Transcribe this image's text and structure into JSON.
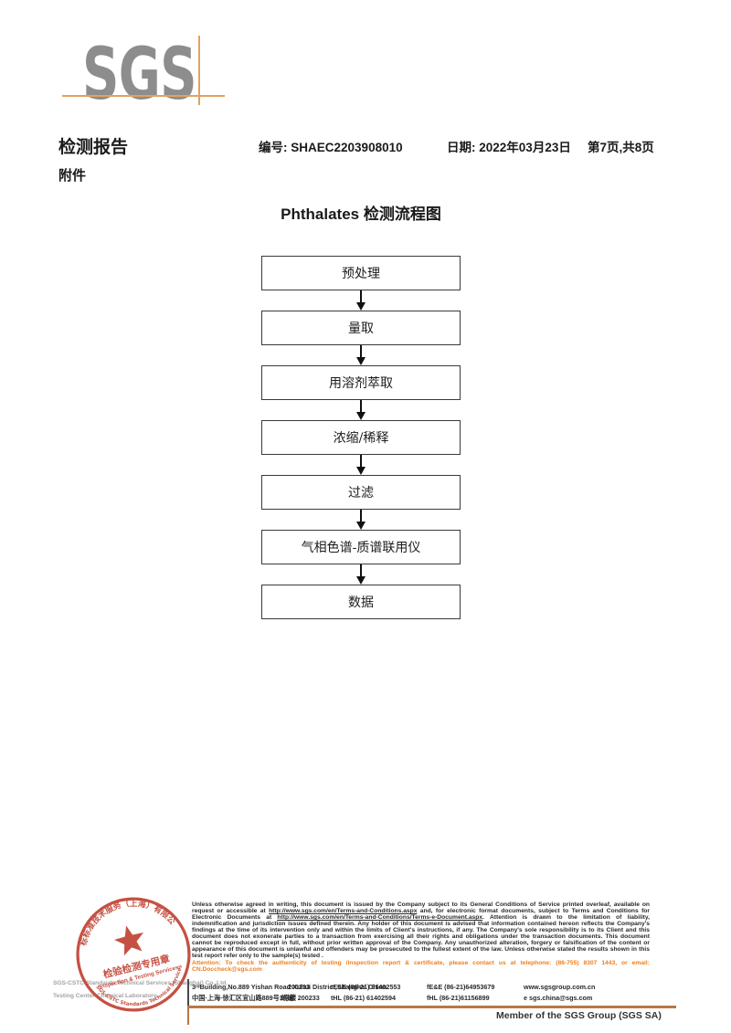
{
  "colors": {
    "logo_gray": "#8d8d8d",
    "accent_orange": "#e2a162",
    "stamp_red": "#c14435",
    "attention_orange": "#ee7f1b",
    "footer_line_tan": "#b97843"
  },
  "logo": {
    "text": "SGS"
  },
  "header": {
    "report_title": "检测报告",
    "no_label": "编号:",
    "no_value": "SHAEC2203908010",
    "date_label": "日期:",
    "date_value": "2022年03月23日",
    "page_info": "第7页,共8页",
    "attachment_label": "附件"
  },
  "flowchart": {
    "title": "Phthalates 检测流程图",
    "steps": [
      "预处理",
      "量取",
      "用溶剂萃取",
      "浓缩/稀释",
      "过滤",
      "气相色谱-质谱联用仪",
      "数据"
    ]
  },
  "stamp": {
    "arc_top": "通标标准技术服务（上海）有限公司",
    "arc_bottom": "SGS-CSTC Standards Technical Services",
    "title_cn": "检验检测专用章",
    "title_en": "Inspection & Testing Services"
  },
  "footer": {
    "company_line1": "SGS-CSTC Standards Technical Services (Shanghai) Co.,Ltd.",
    "company_line2": "Testing Center-Chemical Laboratory.",
    "disclaimer_p1": "Unless otherwise agreed in writing, this document is issued by the Company subject to its General Conditions of Service printed overleaf, available on request or accessible at ",
    "disclaimer_url1": "http://www.sgs.com/en/Terms-and-Conditions.aspx",
    "disclaimer_p2": " and, for electronic format documents, subject to Terms and Conditions for Electronic Documents at ",
    "disclaimer_url2": "http://www.sgs.com/en/Terms-and-Conditions/Terms-e-Document.aspx",
    "disclaimer_p3": ". Attention is drawn to the limitation of liability, indemnification and jurisdiction issues defined therein. Any holder of this document is advised that information contained hereon reflects the Company's findings at the time of its intervention only and within the limits of Client's instructions, if any. The Company's sole responsibility is to its Client and this document does not exonerate parties to a transaction from exercising all their rights and obligations under the transaction documents. This document cannot be reproduced except in full, without prior written approval of the Company. Any unauthorized alteration, forgery or falsification of the content or appearance of this document is unlawful and offenders may be prosecuted to the fullest extent of the law. Unless otherwise stated the results shown in this test report refer only to the sample(s) tested .",
    "attention_p1": "Attention: To check the authenticity of testing /inspection report & certificate, please contact us at telephone: (86-755) 8307 1443, or email: ",
    "attention_email": "CN.Doccheck@sgs.com",
    "address": {
      "en_street": "3ʳᵈBuilding,No.889 Yishan Road Xuhui District,Shanghai China",
      "en_zip": "200233",
      "en_tel": "tE&E (86-21) 61402553",
      "en_fax": "fE&E (86-21)64953679",
      "en_web": "www.sgsgroup.com.cn",
      "cn_street": "中国·上海·徐汇区宜山路889号3号楼",
      "cn_zip": "邮编: 200233",
      "cn_tel": "tHL (86-21) 61402594",
      "cn_fax": "fHL (86-21)61156899",
      "cn_email": "e  sgs.china@sgs.com"
    },
    "member_line": "Member of the SGS Group (SGS SA)"
  }
}
